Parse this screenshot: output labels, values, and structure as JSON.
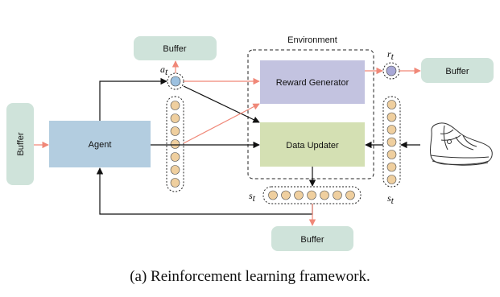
{
  "colors": {
    "buffer_fill": "#cfe3da",
    "agent_fill": "#b3cde0",
    "reward_fill": "#c3c3e0",
    "updater_fill": "#d4e0b3",
    "token_fill": "#efcf9f",
    "action_dot": "#9dc1e0",
    "reward_dot": "#a8a8d6",
    "arrow_red": "#f08878",
    "arrow_black": "#111111"
  },
  "nodes": {
    "buffer_left": "Buffer",
    "buffer_top": "Buffer",
    "buffer_right": "Buffer",
    "buffer_bottom": "Buffer",
    "agent": "Agent",
    "reward_generator": "Reward Generator",
    "data_updater": "Data Updater",
    "environment": "Environment"
  },
  "variables": {
    "action": {
      "base": "a",
      "sub": "t"
    },
    "reward": {
      "base": "r",
      "sub": "t"
    },
    "state_bottom": {
      "base": "s",
      "sub": "t"
    },
    "state_right": {
      "base": "s",
      "sub": "t"
    }
  },
  "icons": {
    "user": "shoe-icon"
  },
  "caption": "(a) Reinforcement learning framework."
}
